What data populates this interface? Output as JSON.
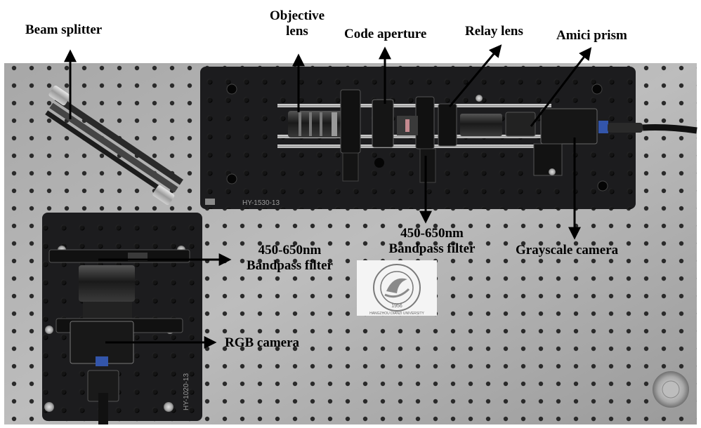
{
  "labels": {
    "beam_splitter": "Beam splitter",
    "objective_lens_line1": "Objective",
    "objective_lens_line2": "lens",
    "code_aperture": "Code aperture",
    "relay_lens": "Relay lens",
    "amici_prism": "Amici prism",
    "bandpass_top_line1": "450-650nm",
    "bandpass_top_line2": "Bandpass filter",
    "bandpass_left_line1": "450-650nm",
    "bandpass_left_line2": "Bandpass filter",
    "grayscale_camera": "Grayscale camera",
    "rgb_camera": "RGB camera"
  },
  "plates": {
    "large_plate_model": "HY-1530-13",
    "small_plate_model": "HY-1020-13"
  },
  "logo": {
    "ring_text": "HANGZHOU DIANZI UNIVERSITY",
    "year": "1956"
  },
  "colors": {
    "table": "#9c9c9c",
    "plate": "#1c1c1e",
    "hole": "#0d0d0d",
    "arrow": "#000000"
  }
}
